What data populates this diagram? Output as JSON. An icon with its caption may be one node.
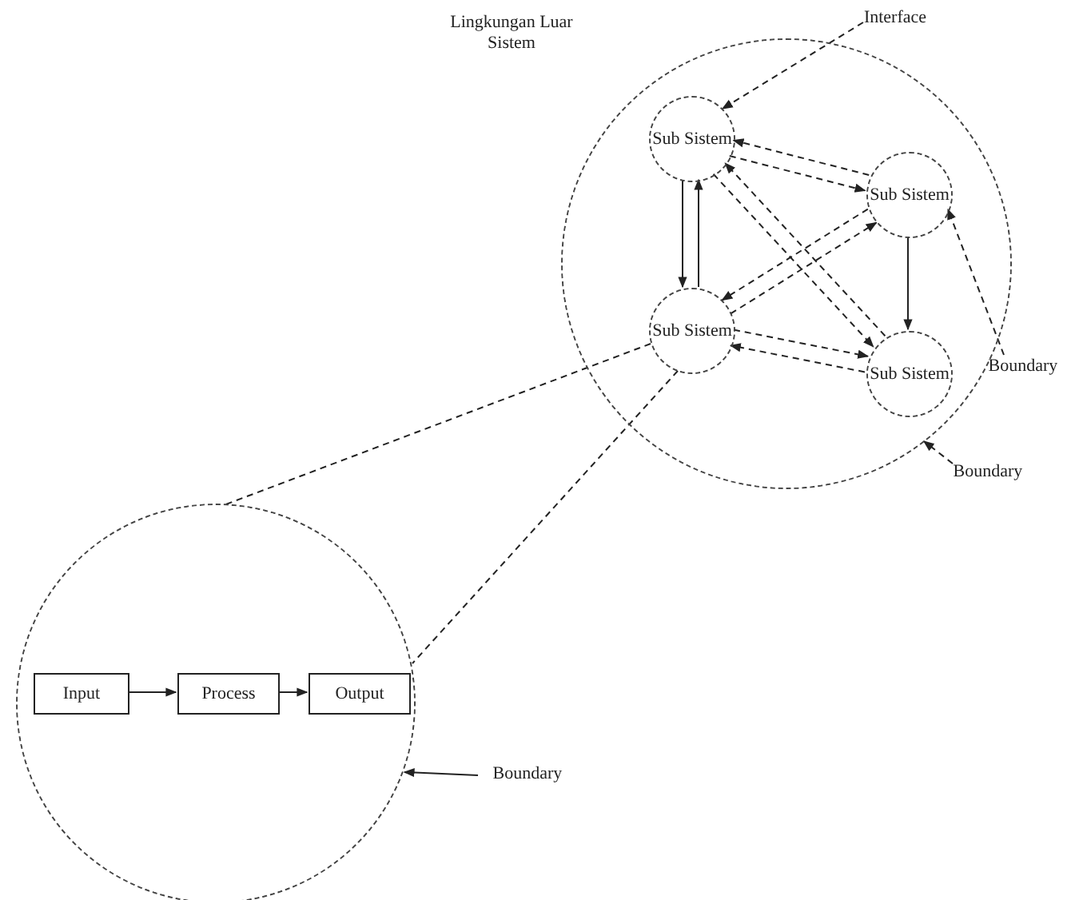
{
  "diagram": {
    "nodes": [
      {
        "text": [],
        "shape": "circle"
      },
      {
        "text": [
          "Sub Sistem"
        ],
        "in": 0
      },
      {
        "text": [
          "Sub Sistem"
        ],
        "in": 0
      },
      {
        "text": [
          "Sub Sistem"
        ],
        "in": 0
      },
      {
        "text": [
          "Sub Sistem"
        ],
        "in": 0
      },
      {
        "text": [],
        "shape": "circle"
      },
      {
        "text": [
          "Input"
        ],
        "in": 5
      },
      {
        "text": [
          "Process"
        ],
        "in": 5
      },
      {
        "text": [
          "Output"
        ],
        "in": 5
      },
      {
        "text": [
          "Interface"
        ]
      },
      {
        "text": [
          "Boundary"
        ]
      },
      {
        "text": [
          "Boundary"
        ]
      },
      {
        "text": [
          "Boundary"
        ]
      }
    ],
    "edges": [
      {
        "from": 1,
        "to": 2,
        "arrow": "to",
        "style": "dashed"
      },
      {
        "from": 2,
        "to": 1,
        "arrow": "to",
        "style": "dashed"
      },
      {
        "from": 1,
        "to": 3,
        "arrow": "to"
      },
      {
        "from": 3,
        "to": 1,
        "arrow": "to"
      },
      {
        "from": 1,
        "to": 4,
        "arrow": "to",
        "style": "dashed"
      },
      {
        "from": 4,
        "to": 1,
        "arrow": "to",
        "style": "dashed"
      },
      {
        "from": 2,
        "to": 3,
        "arrow": "to",
        "style": "dashed"
      },
      {
        "from": 3,
        "to": 2,
        "arrow": "to",
        "style": "dashed"
      },
      {
        "from": 2,
        "to": 4,
        "arrow": "to"
      },
      {
        "from": 4,
        "to": 3,
        "arrow": "to",
        "style": "dashed"
      },
      {
        "from": 3,
        "to": 4,
        "arrow": "to",
        "style": "dashed"
      },
      {
        "from": 6,
        "to": 7,
        "arrow": "to"
      },
      {
        "from": 7,
        "to": 8,
        "arrow": "to"
      },
      {
        "from": 3,
        "to": 5,
        "arrow": "none",
        "style": "dashed"
      },
      {
        "from": 3,
        "to": 5,
        "arrow": "none",
        "style": "dashed"
      },
      {
        "from": 9,
        "to": 1,
        "arrow": "to",
        "style": "dashed"
      },
      {
        "from": 10,
        "to": 2,
        "arrow": "to",
        "style": "dashed"
      },
      {
        "from": 11,
        "to": 0,
        "arrow": "to",
        "style": "dashed"
      },
      {
        "from": 12,
        "to": 5,
        "arrow": "to"
      }
    ],
    "labels": [
      "Lingkungan Luar Sistem"
    ]
  }
}
